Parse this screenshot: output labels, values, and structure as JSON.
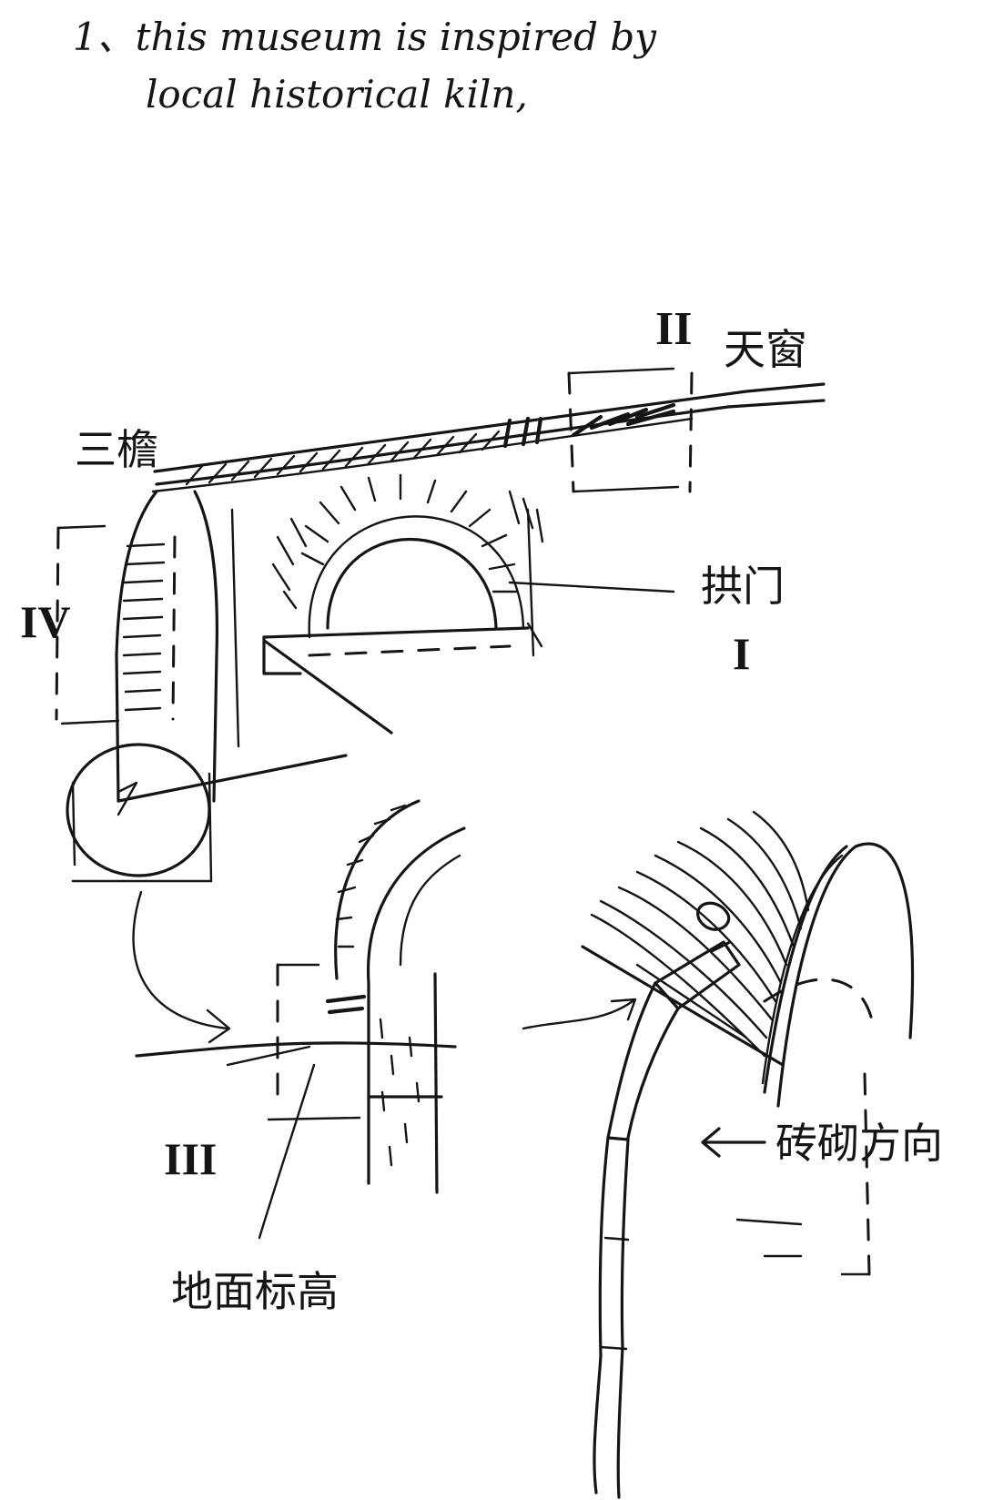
{
  "note": {
    "line1": "1、this museum is inspired by",
    "line2": "local historical kiln,"
  },
  "labels": {
    "roman_I": "I",
    "roman_II": "II",
    "roman_III": "III",
    "roman_IV": "IV",
    "skylight": "天窗",
    "eave": "三檐",
    "arch_door": "拱门",
    "ground_level": "地面标高",
    "brick_direction": "砖砌方向"
  },
  "colors": {
    "ink": "#151515",
    "paper": "#ffffff"
  }
}
